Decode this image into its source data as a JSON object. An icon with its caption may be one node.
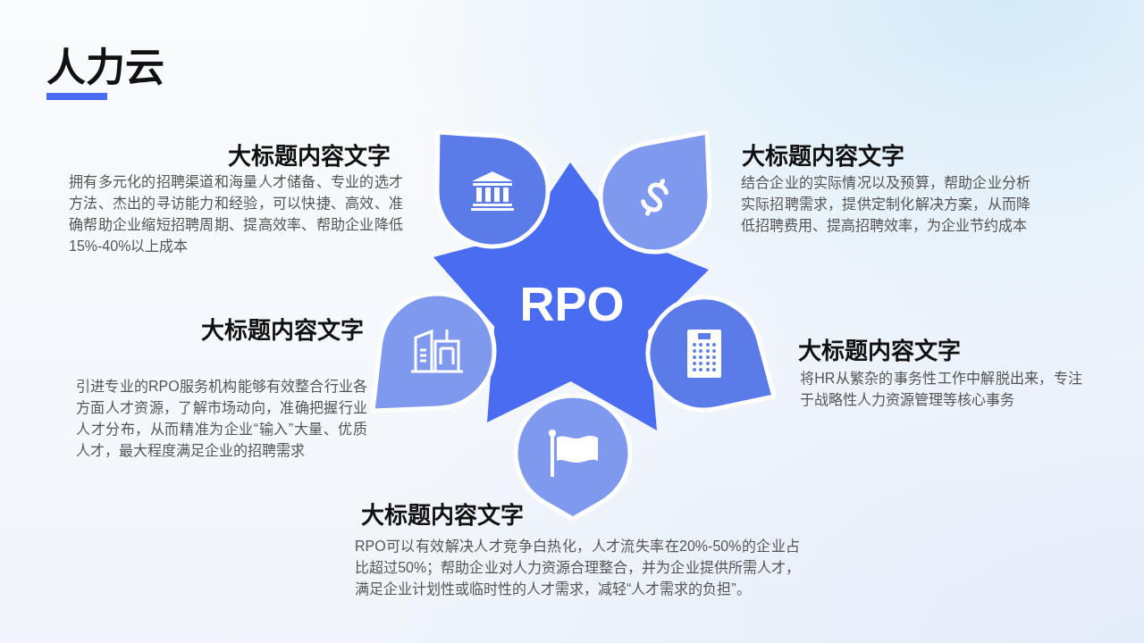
{
  "diagram": {
    "title": "人力云",
    "nodes": [
      {
        "text": [],
        "shape": "drop",
        "beside": [
          "大标题内容文字",
          "拥有多元化的招聘渠道和海量人才储备、专业的选才方法、杰出的寻访能力和经验，可以快捷、高效、准确帮助企业缩短招聘周期、提高效率、帮助企业降低15%-40%以上成本"
        ]
      },
      {
        "text": [],
        "shape": "drop",
        "beside": [
          "大标题内容文字",
          "结合企业的实际情况以及预算，帮助企业分析实际招聘需求，提供定制化解决方案，从而降低招聘费用、提高招聘效率，为企业节约成本"
        ]
      },
      {
        "text": [
          "RPO"
        ]
      },
      {
        "text": [],
        "shape": "drop",
        "beside": [
          "大标题内容文字",
          "引进专业的RPO服务机构能够有效整合行业各方面人才资源，了解市场动向，准确把握行业人才分布，从而精准为企业“输入”大量、优质人才，最大程度满足企业的招聘需求"
        ]
      },
      {
        "text": [],
        "shape": "drop",
        "beside": [
          "大标题内容文字",
          "将HR从繁杂的事务性工作中解脱出来，专注于战略性人力资源管理等核心事务"
        ]
      },
      {
        "text": [],
        "shape": "drop",
        "beside": [
          "大标题内容文字",
          "RPO可以有效解决人才竞争白热化，人才流失率在20%-50%的企业占比超过50%；帮助企业对人力资源合理整合，并为企业提供所需人才，满足企业计划性或临时性的人才需求，减轻“人才需求的负担”。"
        ]
      }
    ]
  }
}
